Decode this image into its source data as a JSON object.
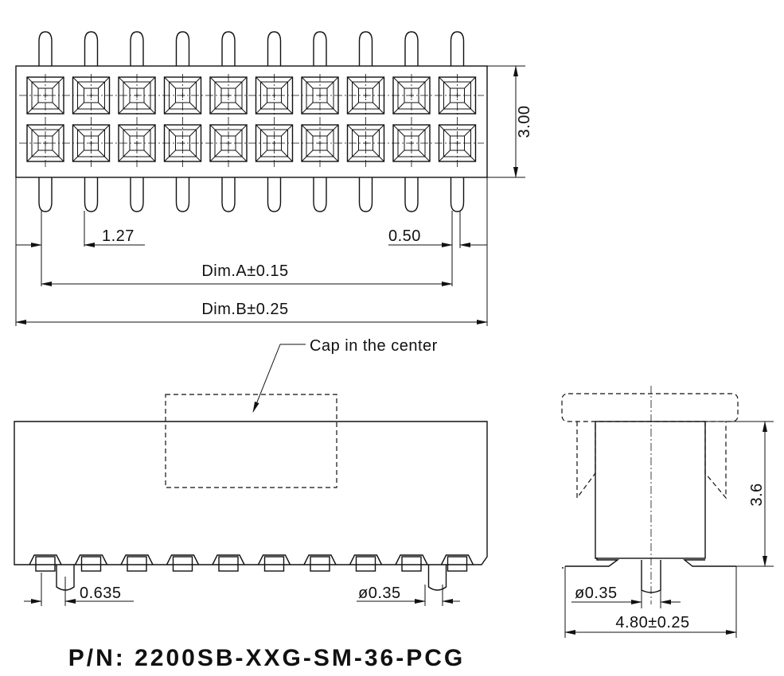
{
  "dimensions": {
    "pitch": "1.27",
    "pin_width": "0.50",
    "dim_a": "Dim.A±0.15",
    "dim_b": "Dim.B±0.25",
    "height_top": "3.00",
    "row_offset": "0.635",
    "pin_dia_front": "ø0.35",
    "pin_dia_side": "ø0.35",
    "side_height": "3.6",
    "side_width": "4.80±0.25"
  },
  "annotations": {
    "cap_note": "Cap in the center"
  },
  "part_number": "P/N: 2200SB-XXG-SM-36-PCG",
  "layout": {
    "pins_per_row": 10,
    "rows": 2
  }
}
